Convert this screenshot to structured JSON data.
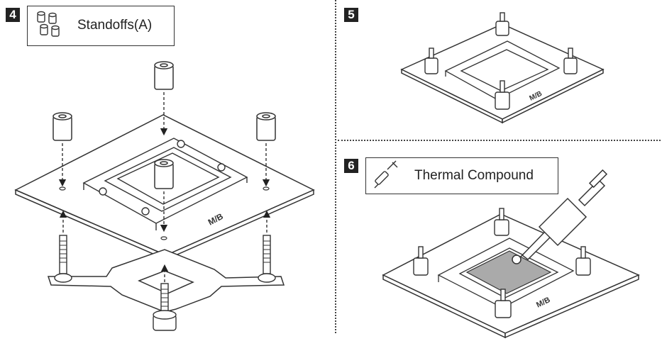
{
  "steps": [
    {
      "number": "4",
      "label": "Standoffs(A)"
    },
    {
      "number": "5",
      "label": ""
    },
    {
      "number": "6",
      "label": "Thermal Compound"
    }
  ],
  "board_label": "M/B",
  "colors": {
    "line": "#333333",
    "fill": "#ffffff",
    "compound": "#aaaaaa",
    "badge": "#222222"
  }
}
